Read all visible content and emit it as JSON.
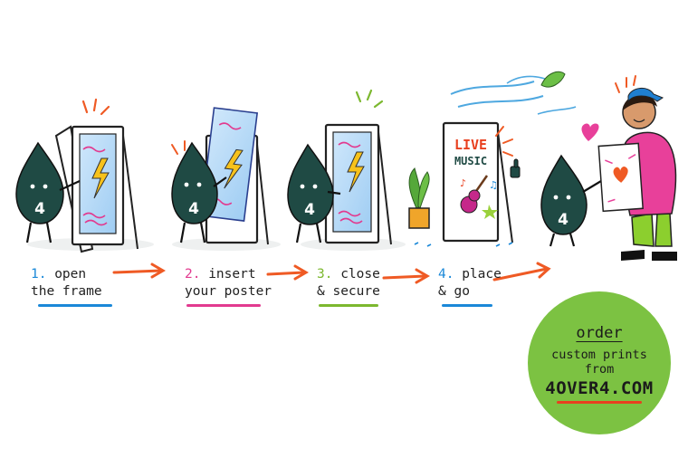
{
  "steps": [
    {
      "num": "1.",
      "line1": "open",
      "line2": "the frame",
      "num_color": "#1a88d8",
      "underline_color": "#1a88d8"
    },
    {
      "num": "2.",
      "line1": "insert",
      "line2": "your poster",
      "num_color": "#e23a8f",
      "underline_color": "#e23a8f"
    },
    {
      "num": "3.",
      "line1": "close",
      "line2": "& secure",
      "num_color": "#7cb82f",
      "underline_color": "#7cb82f"
    },
    {
      "num": "4.",
      "line1": "place",
      "line2": "& go",
      "num_color": "#1a88d8",
      "underline_color": "#1a88d8"
    }
  ],
  "mascot_label": "4",
  "poster": {
    "line1": "LIVE",
    "line2": "MUSIC"
  },
  "badge": {
    "order": "order",
    "line1": "custom prints",
    "line2": "from",
    "brand": "4OVER4.COM"
  },
  "colors": {
    "mascot": "#1f4a44",
    "arrow": "#ef5a24",
    "badge": "#7cc242",
    "accent_red": "#e8401f",
    "hoodie": "#e8409a",
    "pants": "#8ccf2e"
  }
}
